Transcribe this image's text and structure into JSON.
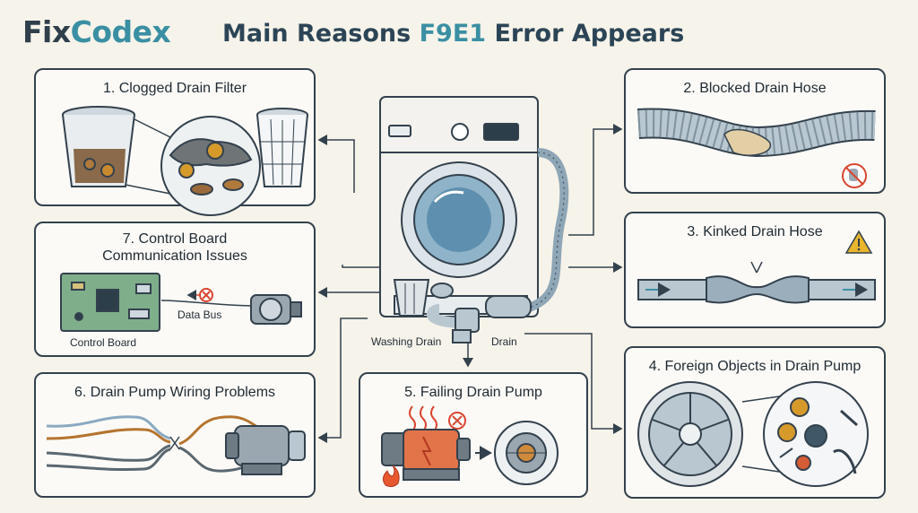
{
  "header": {
    "brand_part1": "Fix",
    "brand_part2": "Codex",
    "title_prefix": "Main Reasons ",
    "title_code": "F9E1",
    "title_suffix": " Error Appears"
  },
  "panels": {
    "p1": {
      "title": "1. Clogged Drain Filter"
    },
    "p2": {
      "title": "2. Blocked Drain Hose"
    },
    "p3": {
      "title": "3. Kinked Drain Hose"
    },
    "p4": {
      "title": "4. Foreign Objects in Drain Pump"
    },
    "p5": {
      "title": "5. Failing Drain Pump"
    },
    "p6": {
      "title": "6. Drain Pump Wiring Problems"
    },
    "p7": {
      "title_line1": "7. Control Board",
      "title_line2": "Communication Issues",
      "data_bus_label": "Data Bus",
      "control_board_label": "Control Board"
    }
  },
  "center": {
    "washing_drain_label": "Washing Drain",
    "drain_label": "Drain"
  },
  "colors": {
    "brand_dark": "#2f3f4c",
    "accent": "#3a8fa3",
    "outline": "#33414d",
    "warning": "#e8b52c",
    "error": "#d9452f"
  },
  "icons": [
    "no-socks-icon",
    "warning-icon",
    "error-x-icon",
    "heat-icon",
    "flame-icon"
  ]
}
